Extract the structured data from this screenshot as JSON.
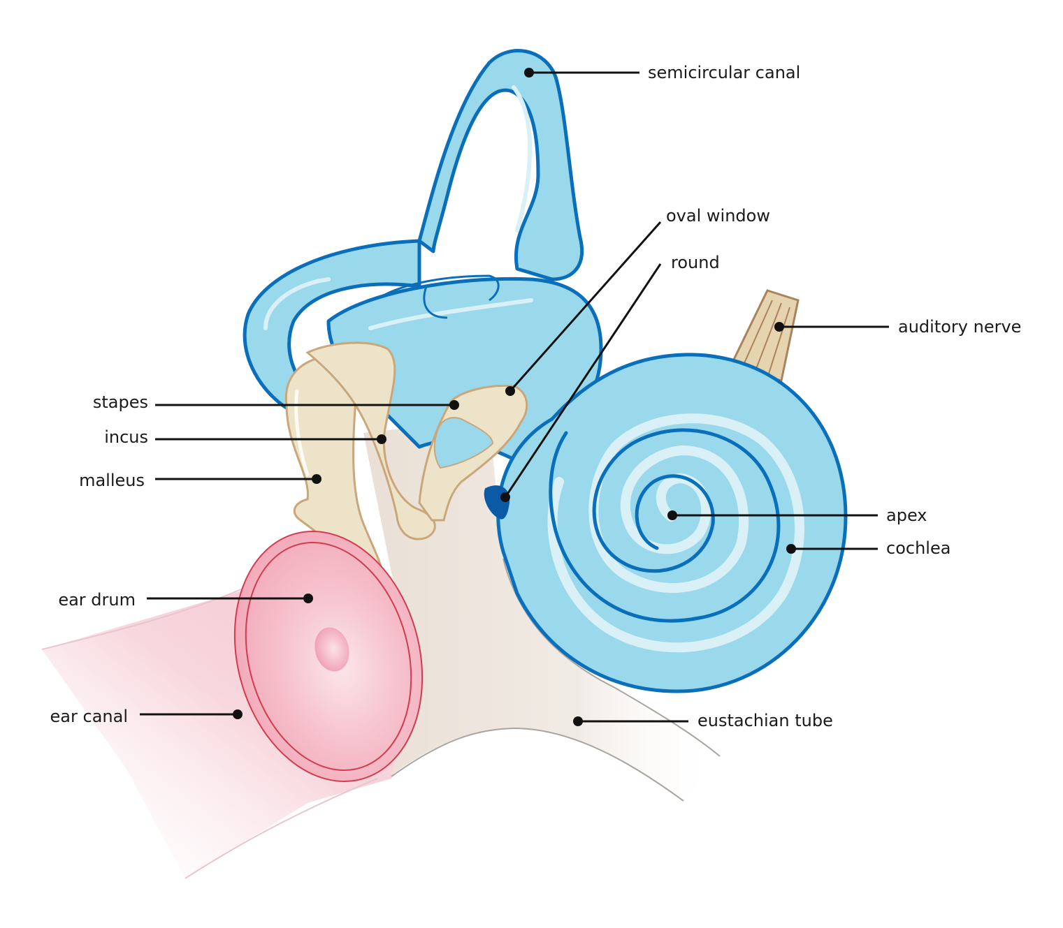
{
  "colors": {
    "fluid_fill": "#9ad9ec",
    "fluid_outline": "#0a6fbb",
    "fluid_highlight": "#d9f0f6",
    "bone_fill": "#ece3c8",
    "bone_outline": "#c9a77a",
    "drum_fill": "#f4b6c4",
    "drum_outline": "#d23a4f",
    "tissue_fill": "#efe7df",
    "tissue_outline": "#b9b4ae",
    "canal_pink": "#f5c9d2",
    "nerve_fill": "#e6d3b0",
    "nerve_outline": "#a9835a",
    "round_window": "#0a5aa6",
    "leader": "#111111"
  },
  "labels": {
    "semicircular_canal": "semicircular canal",
    "oval_window": "oval window",
    "round": "round",
    "auditory_nerve": "auditory nerve",
    "stapes": "stapes",
    "incus": "incus",
    "malleus": "malleus",
    "apex": "apex",
    "cochlea": "cochlea",
    "ear_drum": "ear drum",
    "ear_canal": "ear canal",
    "eustachian_tube": "eustachian tube"
  }
}
